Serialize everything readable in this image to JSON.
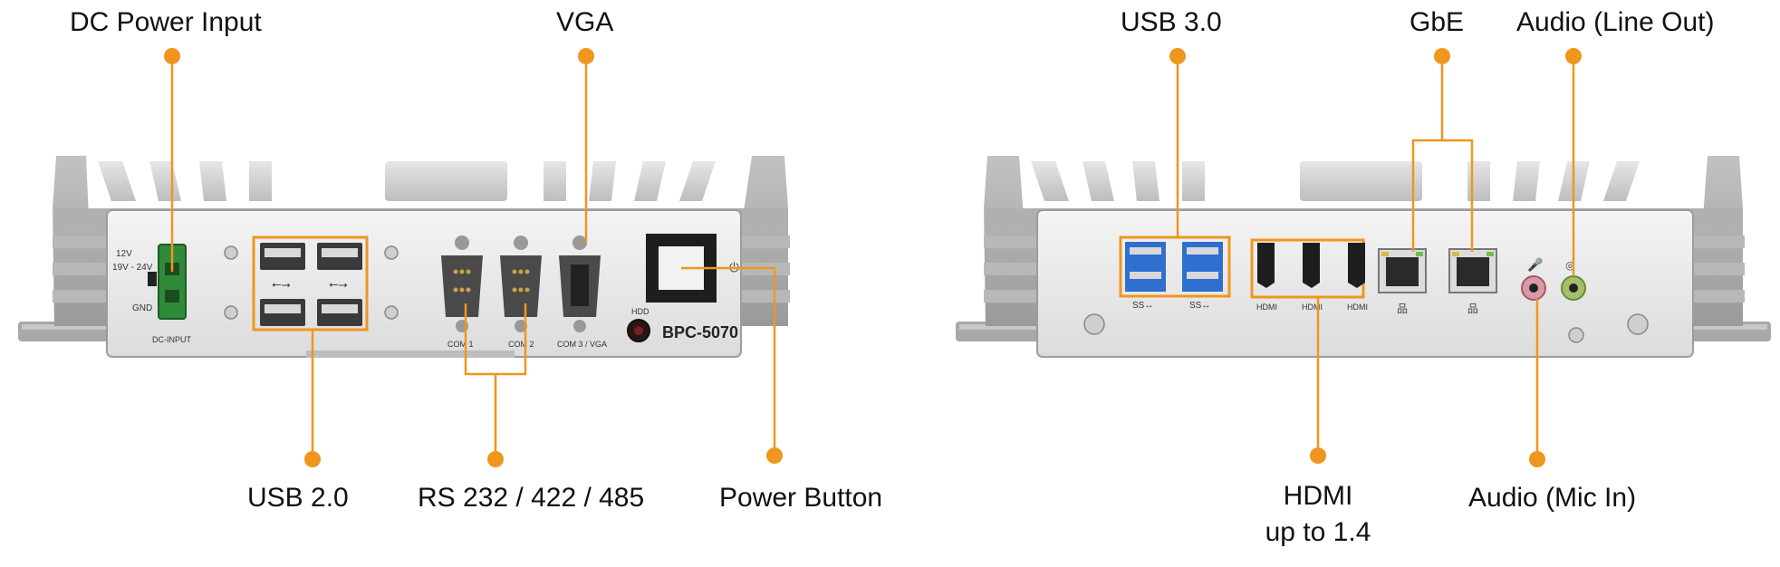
{
  "callouts": {
    "dc_power_input": "DC Power Input",
    "vga": "VGA",
    "usb30": "USB 3.0",
    "gbe": "GbE",
    "audio_line_out": "Audio (Line Out)",
    "usb20": "USB 2.0",
    "rs232": "RS 232 / 422 / 485",
    "power_button": "Power Button",
    "hdmi_line1": "HDMI",
    "hdmi_line2": "up to 1.4",
    "audio_mic_in": "Audio (Mic In)"
  },
  "panel_print": {
    "v12": "12V",
    "v1924": "19V - 24V",
    "gnd": "GND",
    "dc_input": "DC-INPUT",
    "com1": "COM 1",
    "com2": "COM 2",
    "com3": "COM 3 / VGA",
    "hdd": "HDD",
    "model": "BPC-5070",
    "hdmi_port": "HDMI",
    "ss": "SS↔"
  },
  "colors": {
    "callout": "#f0961e",
    "chassis": "#d4d4d4",
    "panel": "#ececec",
    "usb3_blue": "#2e6fd0",
    "terminal_green": "#2f8a3a"
  }
}
